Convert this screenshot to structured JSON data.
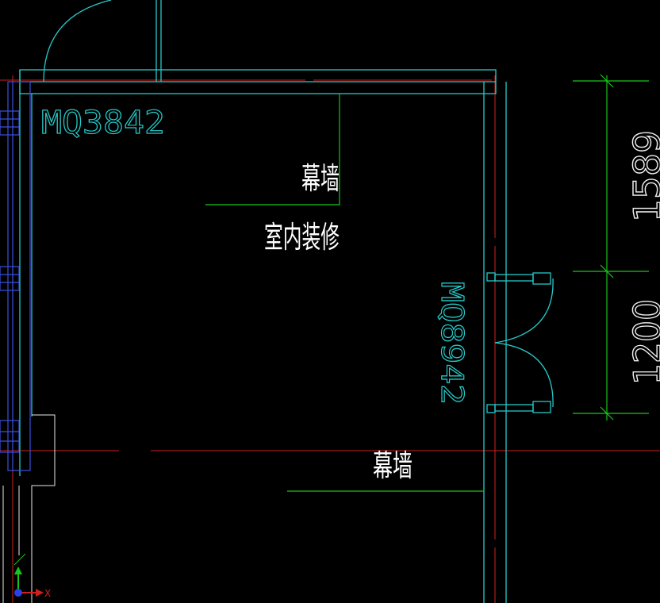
{
  "drawing": {
    "labels": {
      "curtain_wall_top": "幕墙",
      "interior_decoration": "室内装修",
      "curtain_wall_bottom": "幕墙"
    },
    "window_tags": {
      "top": "MQ3842",
      "side": "MQ8942"
    },
    "dimensions": {
      "upper": "1589",
      "lower": "1200"
    },
    "ucs_icon": {
      "x_axis": "X"
    },
    "colors": {
      "background": "#000000",
      "wall": "#27c9c9",
      "axis": "#d11f1f",
      "dimension": "#19c519",
      "column": "#3a4fe0",
      "text": "#ffffff"
    }
  }
}
